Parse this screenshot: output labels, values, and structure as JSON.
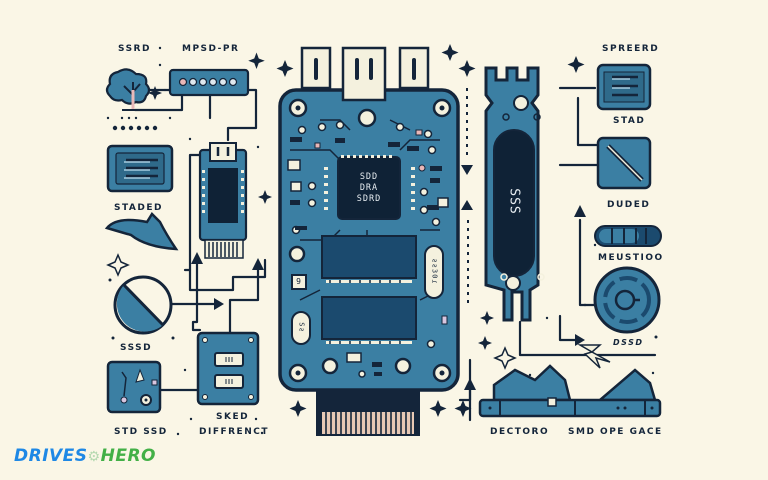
{
  "illustration": {
    "subject": "SSD / circuit board infographic",
    "colors": {
      "background": "#faf6e6",
      "board_blue": "#3b7fa3",
      "dark_navy": "#14253a",
      "chip_dark": "#0f2236",
      "light_pad": "#f4f1de"
    },
    "labels": {
      "top_left_1": "SSRD",
      "top_left_2": "MPSD-PR",
      "left_mid": "STADED",
      "left_circle": "SSSD",
      "bottom_left": "STD SSD",
      "bottom_center_1": "SKED",
      "bottom_center_2": "DIFFRENCT",
      "right_top": "SPREERD",
      "right_2": "STAD",
      "right_3": "DUDED",
      "right_4": "MEUSTIOO",
      "right_5": "DSSD",
      "bottom_right_1": "DECTORO",
      "bottom_right_2": "SMD OPE GACE"
    },
    "chip_text": [
      "SDD",
      "DRA",
      "SDRD"
    ],
    "slot_text": "SSS",
    "side_badge_1": "ƨƨ30ɾ",
    "side_badge_2": "Sƨ",
    "small_badge": "9"
  },
  "branding": {
    "logo_part_1": "DRIVES",
    "logo_separator": "⚙",
    "logo_part_2": "HERO"
  }
}
